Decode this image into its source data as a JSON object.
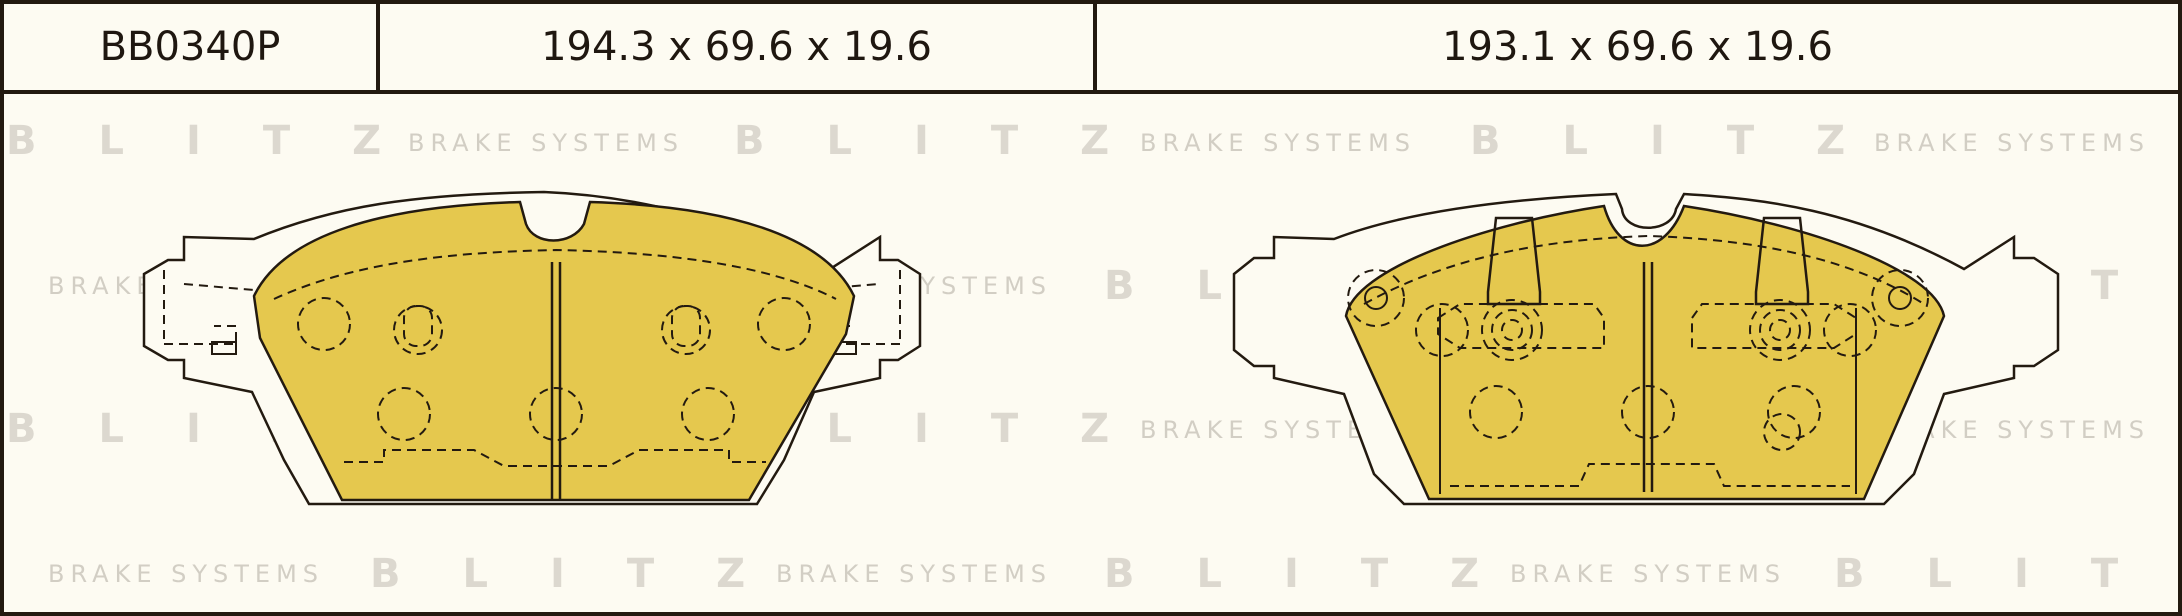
{
  "header": {
    "part_number": "BB0340P",
    "dims_left": "194.3 x 69.6 x 19.6",
    "dims_right": "193.1 x 69.6 x 19.6"
  },
  "watermark": {
    "brand": "BLITZ",
    "tagline": "BRAKE SYSTEMS"
  },
  "colors": {
    "friction_material": "#e5c84e",
    "line": "#231a10",
    "background": "#fdfbf2",
    "watermark": "#dcd8cf"
  }
}
